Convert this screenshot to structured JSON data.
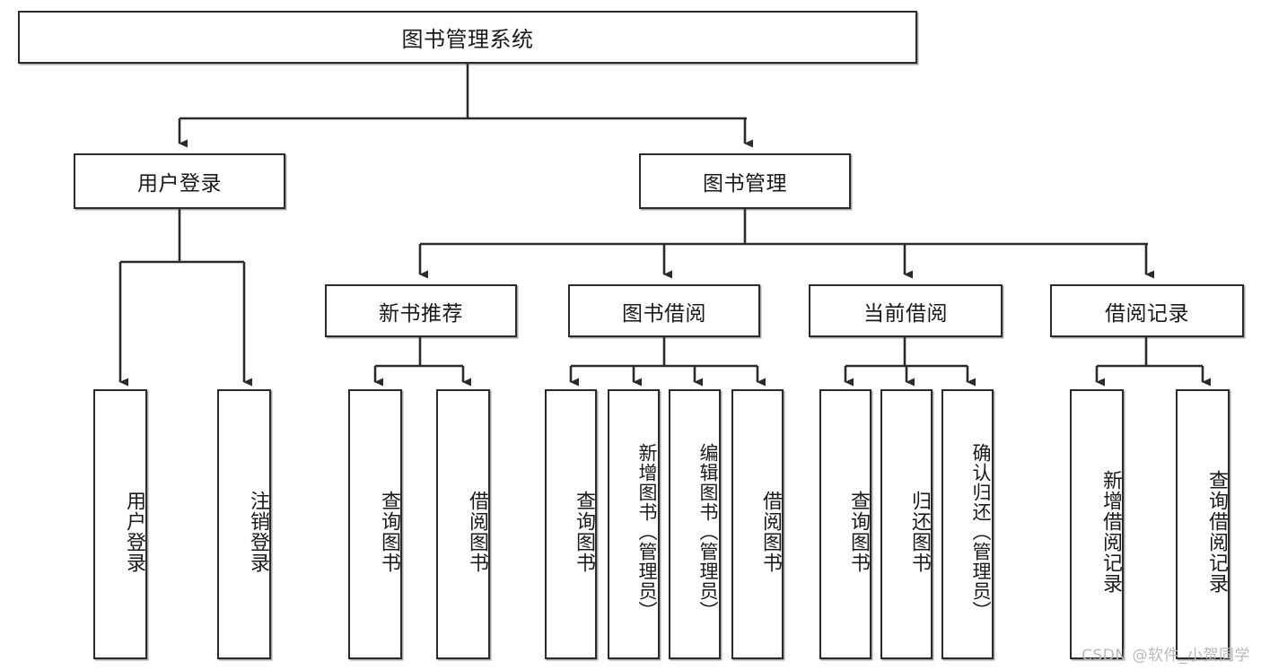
{
  "diagram": {
    "title": "图书管理系统",
    "type": "hierarchy-tree",
    "watermark": "CSDN @软件_小贺同学",
    "levels": {
      "level1": [
        {
          "id": "root",
          "label": "图书管理系统"
        }
      ],
      "level2": [
        {
          "id": "user-login",
          "label": "用户登录"
        },
        {
          "id": "book-management",
          "label": "图书管理"
        }
      ],
      "level3": [
        {
          "id": "new-book-recommend",
          "label": "新书推荐"
        },
        {
          "id": "book-borrow",
          "label": "图书借阅"
        },
        {
          "id": "current-borrow",
          "label": "当前借阅"
        },
        {
          "id": "borrow-record",
          "label": "借阅记录"
        }
      ],
      "level4": [
        {
          "id": "leaf-user-login",
          "label": "用户登录",
          "parent": "user-login"
        },
        {
          "id": "leaf-logout-login",
          "label": "注销登录",
          "parent": "user-login"
        },
        {
          "id": "leaf-query-book-1",
          "label": "查询图书",
          "parent": "new-book-recommend"
        },
        {
          "id": "leaf-borrow-book-1",
          "label": "借阅图书",
          "parent": "new-book-recommend"
        },
        {
          "id": "leaf-query-book-2",
          "label": "查询图书",
          "parent": "book-borrow"
        },
        {
          "id": "leaf-add-book",
          "label": "新增图书（管理员）",
          "parent": "book-borrow"
        },
        {
          "id": "leaf-edit-book",
          "label": "编辑图书（管理员）",
          "parent": "book-borrow"
        },
        {
          "id": "leaf-borrow-book-2",
          "label": "借阅图书",
          "parent": "book-borrow"
        },
        {
          "id": "leaf-query-book-3",
          "label": "查询图书",
          "parent": "current-borrow"
        },
        {
          "id": "leaf-return-book",
          "label": "归还图书",
          "parent": "current-borrow"
        },
        {
          "id": "leaf-confirm-return",
          "label": "确认归还（管理员）",
          "parent": "current-borrow"
        },
        {
          "id": "leaf-add-record",
          "label": "新增借阅记录",
          "parent": "borrow-record"
        },
        {
          "id": "leaf-query-record",
          "label": "查询借阅记录",
          "parent": "borrow-record"
        }
      ]
    },
    "colors": {
      "box_border": "#2b2b2b",
      "box_fill": "#ffffff",
      "connector": "#2b2b2b",
      "text": "#1a1a1a",
      "watermark": "#b9b9b9"
    }
  }
}
